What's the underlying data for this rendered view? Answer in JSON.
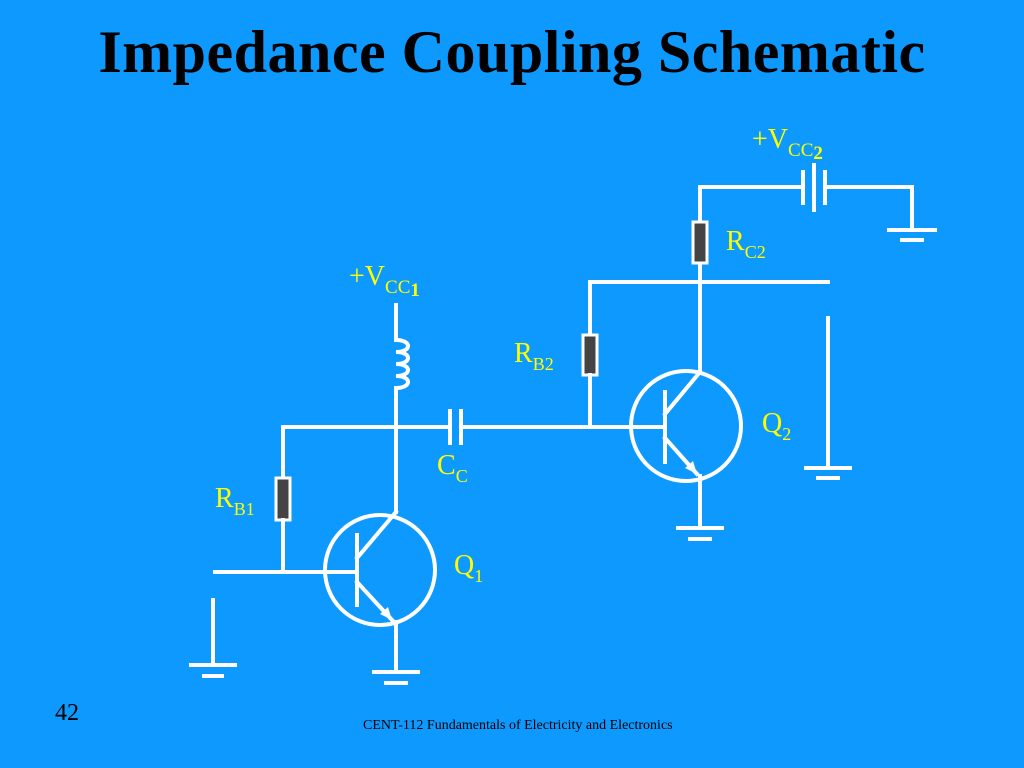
{
  "slide": {
    "title": "Impedance Coupling Schematic",
    "number": "42",
    "footer": "CENT-112 Fundamentals of Electricity and Electronics"
  },
  "labels": {
    "vcc1_prefix": "+V",
    "vcc1_sub": "CC",
    "vcc1_sub2": "1",
    "vcc2_prefix": "+V",
    "vcc2_sub": "CC",
    "vcc2_sub2": "2",
    "rb1_main": "R",
    "rb1_sub": "B1",
    "rb2_main": "R",
    "rb2_sub": "B2",
    "rc2_main": "R",
    "rc2_sub": "C2",
    "cc_main": "C",
    "cc_sub": "C",
    "q1_main": "Q",
    "q1_sub": "1",
    "q2_main": "Q",
    "q2_sub": "2"
  },
  "colors": {
    "background": "#0d99fe",
    "wire": "#ffffff",
    "label": "#ffff00",
    "resistor": "#444444",
    "text": "#000000"
  }
}
